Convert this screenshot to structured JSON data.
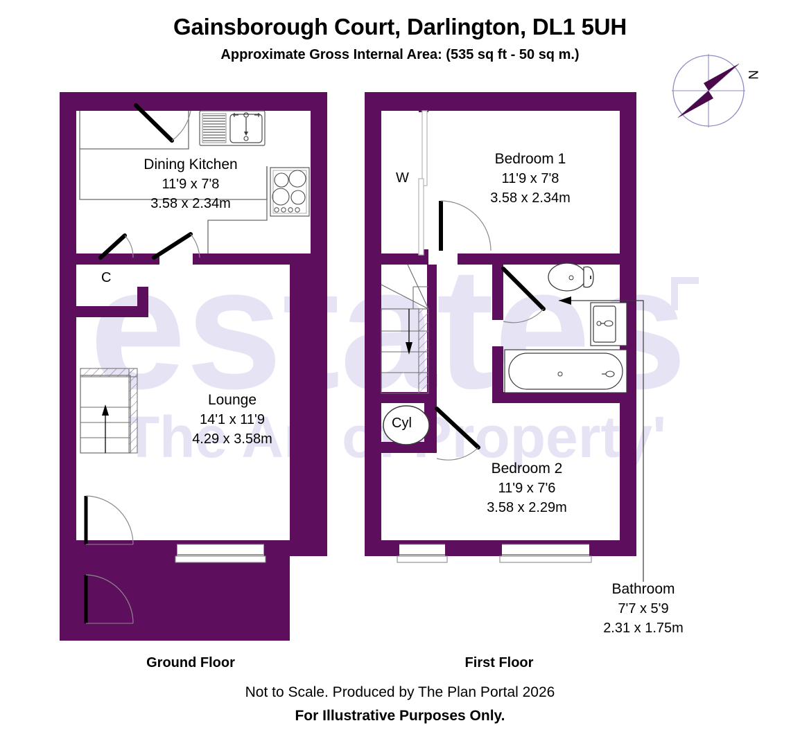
{
  "header": {
    "title": "Gainsborough Court, Darlington, DL1 5UH",
    "subtitle": "Approximate Gross Internal Area: (535 sq ft - 50 sq m.)"
  },
  "colors": {
    "wall": "#5d0f5d",
    "watermark": "#e6e3f4",
    "line": "#6b6b6b",
    "text": "#000000"
  },
  "compass": {
    "north_label": "N"
  },
  "watermark": {
    "main": "estates",
    "tagline": "'The Art of Property'"
  },
  "floors": [
    {
      "id": "ground",
      "label": "Ground Floor"
    },
    {
      "id": "first",
      "label": "First Floor"
    }
  ],
  "rooms": [
    {
      "id": "dining-kitchen",
      "name": "Dining Kitchen",
      "imperial": "11'9 x 7'8",
      "metric": "3.58 x 2.34m"
    },
    {
      "id": "lounge",
      "name": "Lounge",
      "imperial": "14'1 x 11'9",
      "metric": "4.29 x 3.58m"
    },
    {
      "id": "bedroom-1",
      "name": "Bedroom 1",
      "imperial": "11'9 x 7'8",
      "metric": "3.58 x 2.34m"
    },
    {
      "id": "bedroom-2",
      "name": "Bedroom 2",
      "imperial": "11'9 x 7'6",
      "metric": "3.58 x 2.29m"
    },
    {
      "id": "bathroom",
      "name": "Bathroom",
      "imperial": "7'7 x 5'9",
      "metric": "2.31 x 1.75m"
    }
  ],
  "markers": [
    {
      "id": "cupboard",
      "label": "C"
    },
    {
      "id": "wardrobe",
      "label": "W"
    },
    {
      "id": "cylinder",
      "label": "Cyl"
    }
  ],
  "footer": {
    "line1": "Not to Scale. Produced by The Plan Portal 2026",
    "line2": "For Illustrative Purposes Only."
  }
}
